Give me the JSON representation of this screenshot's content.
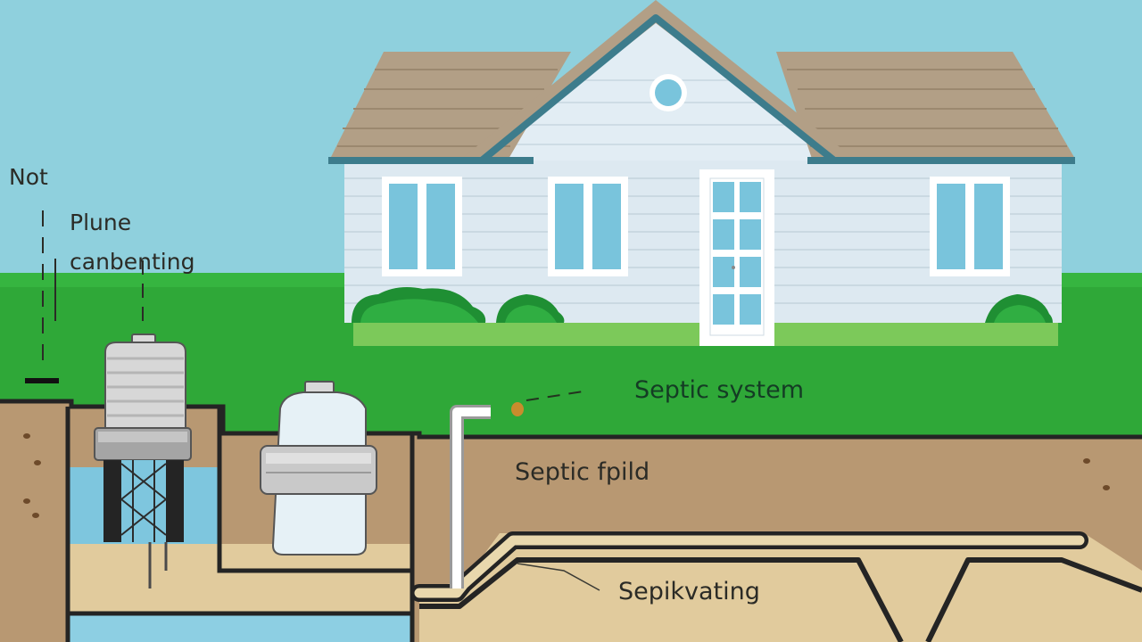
{
  "labels": {
    "not": "Not",
    "plune_line1": "Plune",
    "plune_line2": "canbenting",
    "septic_system": "Septic system",
    "septic_field": "Septic fpild",
    "sepikvating": "Sepikvating"
  },
  "colors": {
    "sky": "#8fd0dd",
    "grass": "#2fa838",
    "soil": "#b89872",
    "sand": "#e1cb9d",
    "water": "#7ec6de",
    "roof": "#b29f86",
    "siding": "#dde9f1",
    "trim": "#3d7c8c",
    "window": "#79c4dc",
    "pipe": "#ffffff",
    "outline": "#242424"
  },
  "icons": [
    "septic-tank-icon",
    "distribution-box-icon",
    "vent-pipe-icon",
    "house-icon",
    "shrub-icon"
  ]
}
